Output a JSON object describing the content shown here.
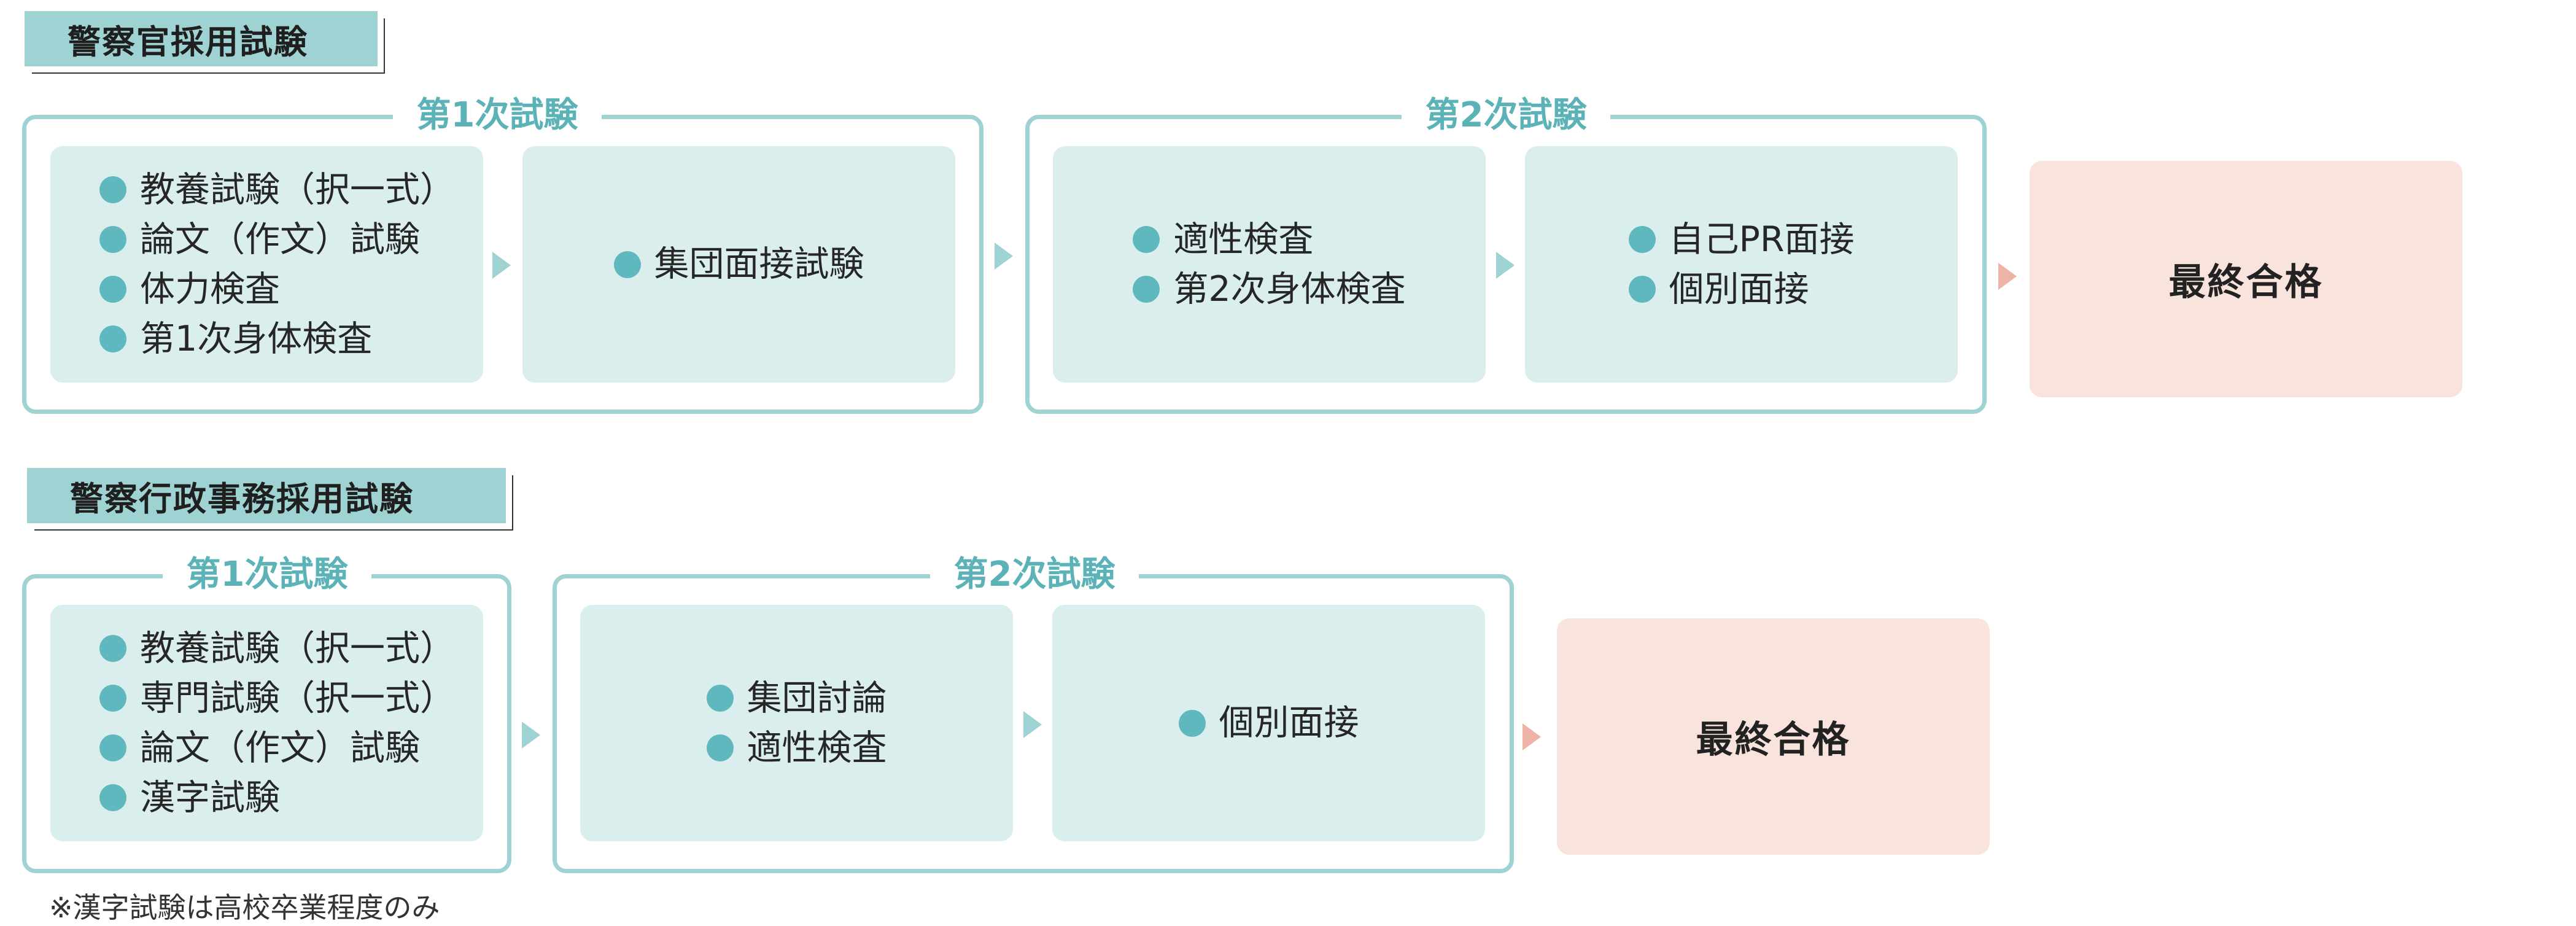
{
  "section1": {
    "title": "警察官採用試験",
    "stage1": {
      "label": "第1次試験",
      "box1": [
        "教養試験（択一式）",
        "論文（作文）試験",
        "体力検査",
        "第1次身体検査"
      ],
      "box2": [
        "集団面接試験"
      ]
    },
    "stage2": {
      "label": "第2次試験",
      "box1": [
        "適性検査",
        "第2次身体検査"
      ],
      "box2": [
        "自己PR面接",
        "個別面接"
      ]
    },
    "final": "最終合格"
  },
  "section2": {
    "title": "警察行政事務採用試験",
    "stage1": {
      "label": "第1次試験",
      "box1": [
        "教養試験（択一式）",
        "専門試験（択一式）",
        "論文（作文）試験",
        "漢字試験"
      ]
    },
    "stage2": {
      "label": "第2次試験",
      "box1": [
        "集団討論",
        "適性検査"
      ],
      "box2": [
        "個別面接"
      ]
    },
    "final": "最終合格"
  },
  "note": "※漢字試験は高校卒業程度のみ",
  "colors": {
    "teal_frame": "#9fd2d3",
    "teal_box": "#daeeee",
    "teal_text": "#5bb3b8",
    "bullet": "#5fb8bd",
    "final_box": "#f8e4dc",
    "final_arrow": "#eeb3a6"
  }
}
